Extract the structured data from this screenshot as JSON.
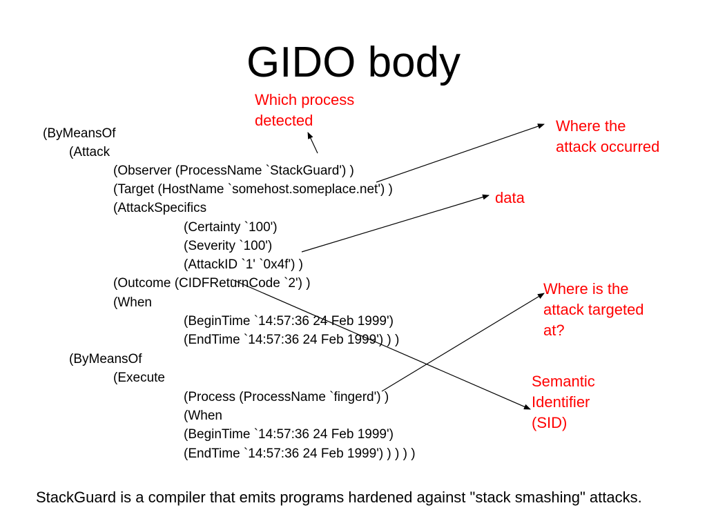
{
  "slide": {
    "title": "GIDO body",
    "code_lines": [
      "(ByMeansOf",
      "(Attack",
      "(Observer (ProcessName `StackGuard') )",
      "(Target (HostName `somehost.someplace.net') )",
      "(AttackSpecifics",
      "(Certainty `100')",
      "(Severity `100')",
      "(AttackID `1' `0x4f') )",
      "(Outcome (CIDFReturnCode `2') )",
      "(When",
      "(BeginTime `14:57:36 24 Feb 1999')",
      "(EndTime `14:57:36 24 Feb 1999') ) )",
      "(ByMeansOf",
      "(Execute",
      "(Process (ProcessName `fingerd') )",
      "(When",
      "(BeginTime `14:57:36 24 Feb 1999')",
      "(EndTime `14:57:36 24 Feb 1999') ) ) ) )"
    ],
    "annotations": {
      "which_process": [
        "Which process",
        "detected"
      ],
      "where_occurred": [
        "Where the",
        "attack occurred"
      ],
      "data": [
        "data"
      ],
      "where_targeted": [
        "Where is the",
        "attack targeted",
        "at?"
      ],
      "sid": [
        "Semantic",
        "Identifier",
        "(SID)"
      ]
    },
    "footer": "StackGuard is a compiler that emits programs hardened against \"stack smashing\" attacks.",
    "colors": {
      "annotation": "#ff0000",
      "text": "#000000",
      "background": "#ffffff"
    }
  }
}
